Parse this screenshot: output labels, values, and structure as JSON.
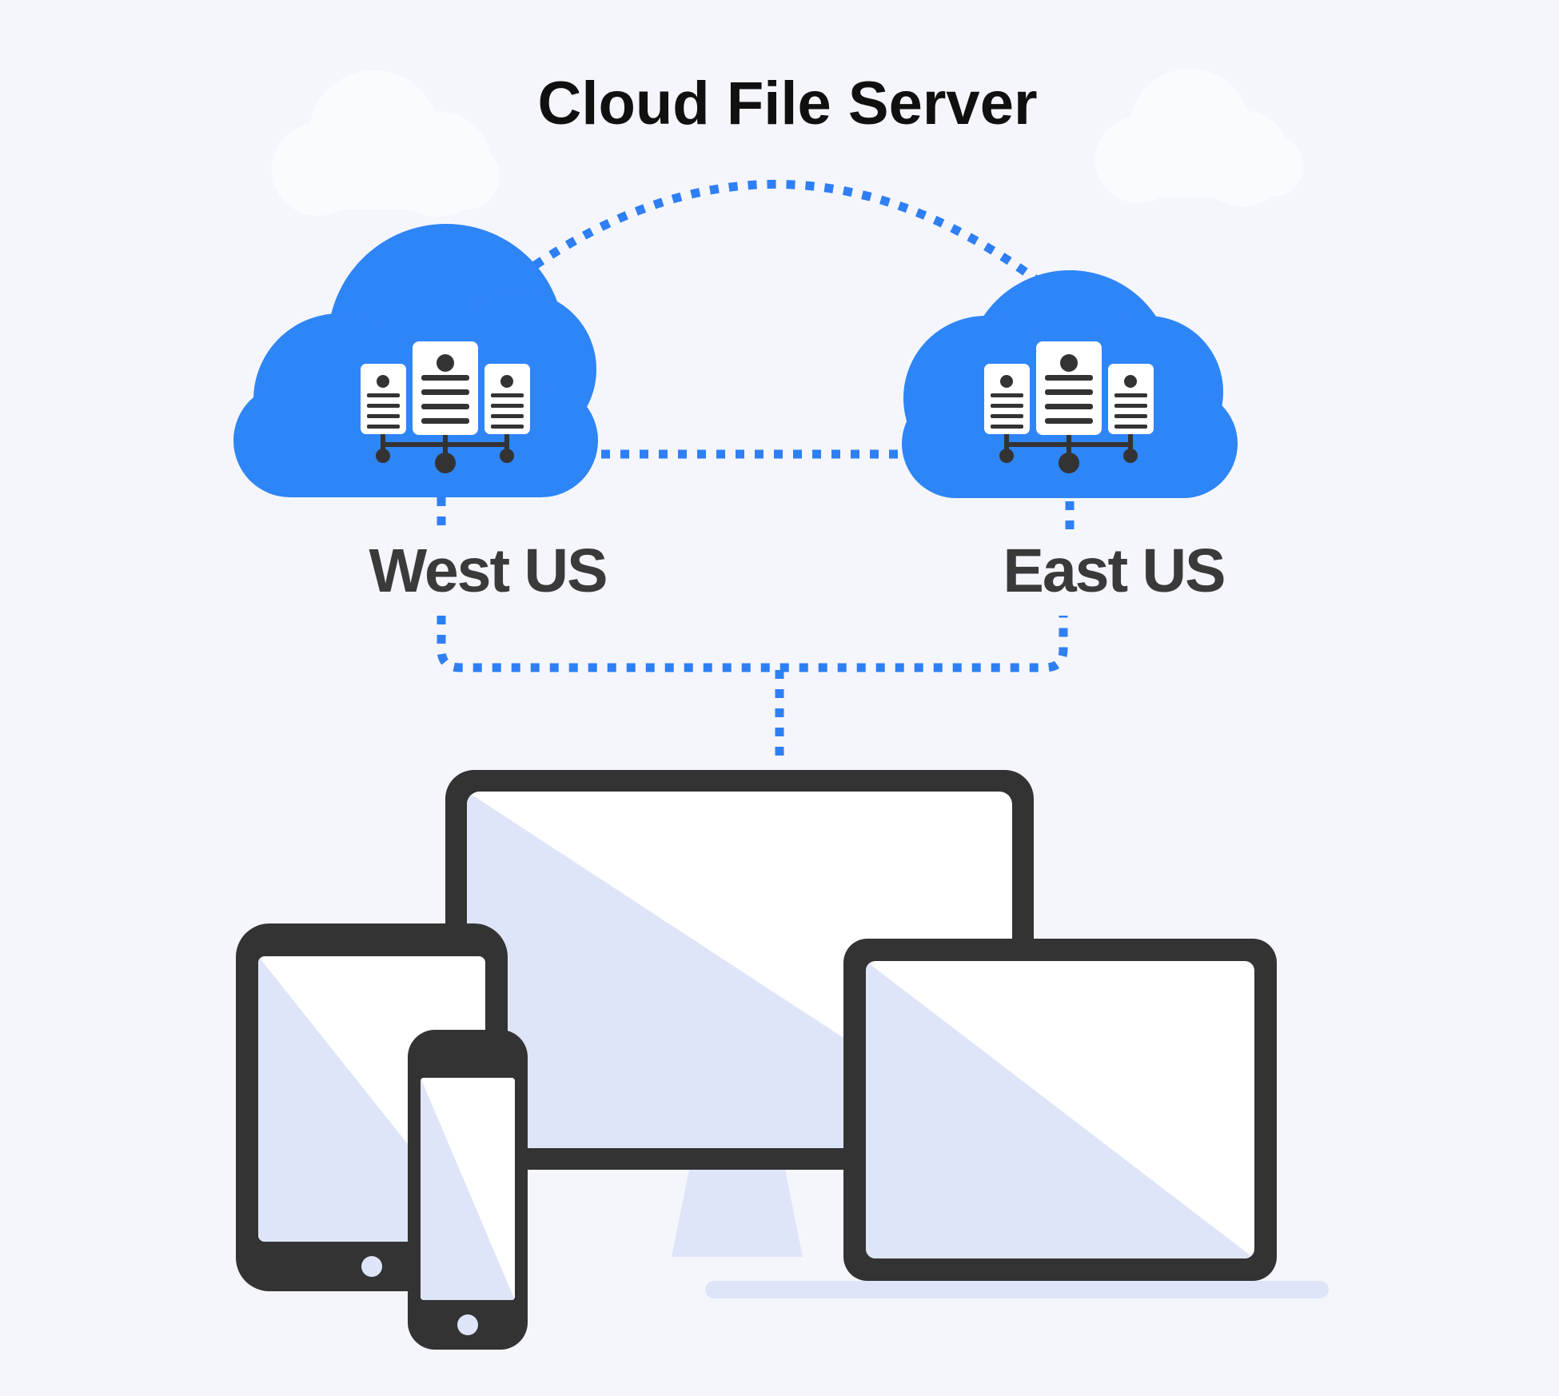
{
  "title": "Cloud File Server",
  "clouds": {
    "west": {
      "label": "West US",
      "icon": "server-cluster-icon"
    },
    "east": {
      "label": "East US",
      "icon": "server-cluster-icon"
    }
  },
  "connections": [
    {
      "from": "west-cloud",
      "to": "east-cloud",
      "style": "dotted-arc"
    },
    {
      "from": "west-cloud",
      "to": "east-cloud",
      "style": "dotted-horizontal-line"
    },
    {
      "from": "clouds",
      "to": "devices",
      "style": "dotted-bracket-with-center-drop"
    }
  ],
  "devices": [
    {
      "name": "desktop-monitor"
    },
    {
      "name": "tablet"
    },
    {
      "name": "smartphone"
    },
    {
      "name": "laptop"
    }
  ],
  "colors": {
    "background": "#F5F6FC",
    "faint_background_cloud": "#FAFBFE",
    "cloud_blue": "#2E85F6",
    "connector_blue": "#2E7FF4",
    "device_charcoal": "#333333",
    "screen_lavender": "#DFE5F8",
    "screen_white": "#FFFFFF",
    "title_text": "#101010",
    "label_text": "#3A3A3A"
  }
}
